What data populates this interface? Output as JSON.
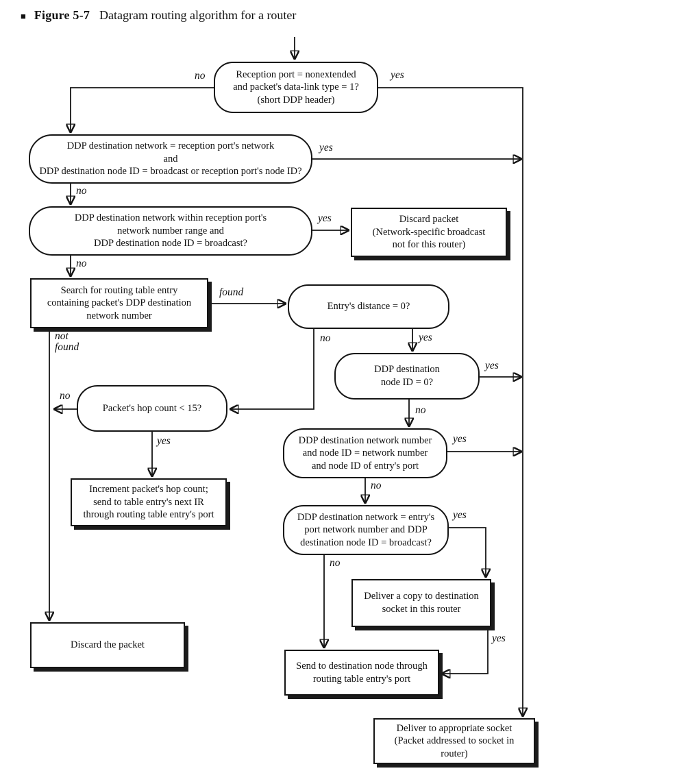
{
  "figure": {
    "bullet": "■",
    "label": "Figure 5-7",
    "caption": "Datagram routing algorithm for a router"
  },
  "nodes": {
    "short_ddp_header": {
      "text": "Reception port = nonextended\nand packet's data-link type = 1?\n(short DDP header)"
    },
    "dest_network_match": {
      "text": "DDP destination network = reception port's network\nand\nDDP destination node ID = broadcast or reception port's node ID?"
    },
    "network_range_broadcast": {
      "text": "DDP destination network within reception port's\nnetwork number range and\nDDP destination node ID = broadcast?"
    },
    "discard_packet_broadcast": {
      "text": "Discard packet\n(Network-specific broadcast\nnot for this router)"
    },
    "search_routing_table": {
      "text": "Search for routing table entry\ncontaining packet's DDP destination\nnetwork number"
    },
    "entry_distance_zero": {
      "text": "Entry's distance = 0?"
    },
    "dest_node_id_zero": {
      "text": "DDP destination\nnode ID = 0?"
    },
    "net_node_match_entry_port": {
      "text": "DDP destination network number\nand node ID = network number\nand node ID of entry's port"
    },
    "entry_port_broadcast": {
      "text": "DDP destination network = entry's\nport network number and DDP\ndestination node ID = broadcast?"
    },
    "hop_count": {
      "text": "Packet's hop count < 15?"
    },
    "increment_hop": {
      "text": "Increment packet's hop count;\nsend to table entry's next IR\nthrough routing table entry's port"
    },
    "deliver_copy": {
      "text": "Deliver a copy to destination\nsocket in this router"
    },
    "discard_packet": {
      "text": "Discard the packet"
    },
    "send_dest_node": {
      "text": "Send to destination node through\nrouting table entry's port"
    },
    "deliver_socket": {
      "text": "Deliver to appropriate socket\n(Packet addressed to socket in router)"
    }
  },
  "edge_labels": {
    "n1_no": "no",
    "n1_yes": "yes",
    "n2_yes": "yes",
    "n2_no": "no",
    "n3_yes": "yes",
    "n3_no": "no",
    "n4_found": "found",
    "n4_not_found": "not\nfound",
    "n5_no": "no",
    "n5_yes": "yes",
    "n6_yes": "yes",
    "n6_no": "no",
    "n7_yes": "yes",
    "n7_no": "no",
    "n8_yes": "yes",
    "n8_no": "no",
    "n9_no": "no",
    "n9_yes": "yes",
    "n11_yes": "yes"
  }
}
